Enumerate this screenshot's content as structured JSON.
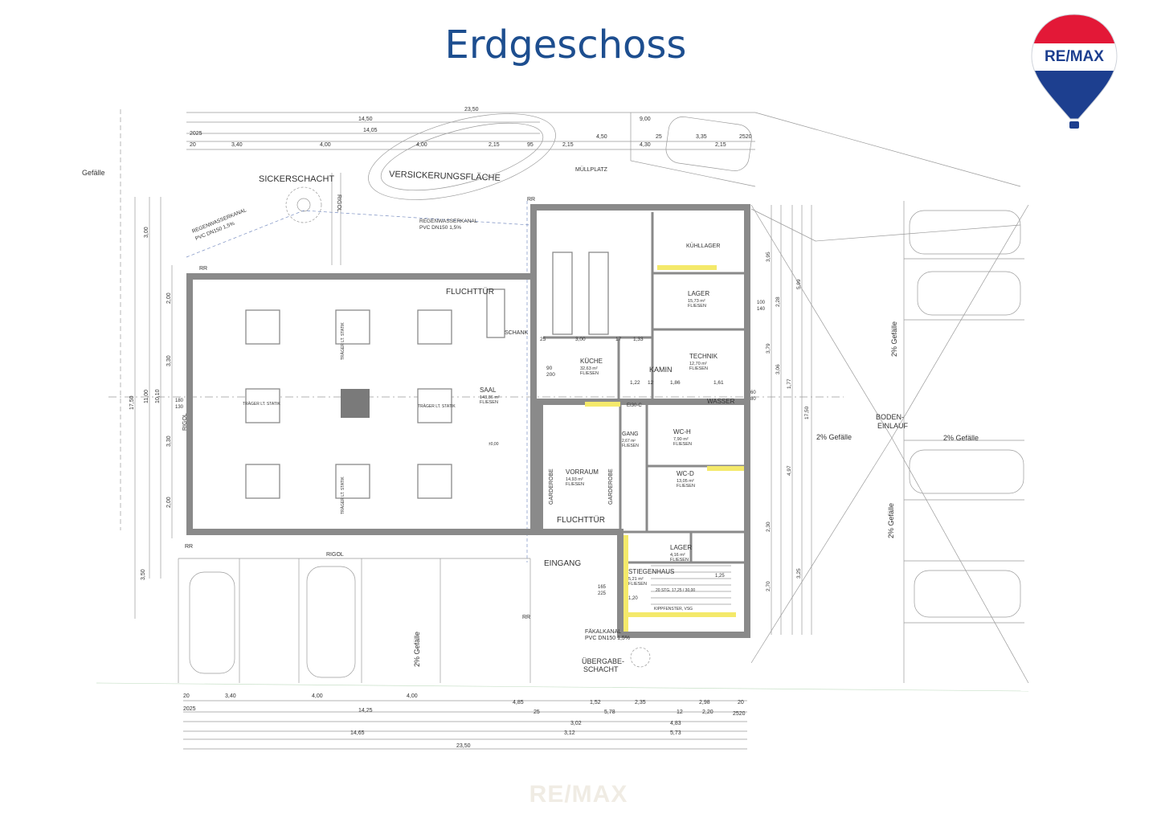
{
  "title": "Erdgeschoss",
  "logo": {
    "text": "RE/MAX"
  },
  "watermark": "RE/MAX",
  "rooms": [
    {
      "id": "saal",
      "name": "SAAL",
      "area": "143,86 m²",
      "floor": "FLIESEN"
    },
    {
      "id": "kueche",
      "name": "KÜCHE",
      "area": "32,63 m²",
      "floor": "FLIESEN"
    },
    {
      "id": "lager1",
      "name": "LAGER",
      "area": "15,73 m²",
      "floor": "FLIESEN"
    },
    {
      "id": "technik",
      "name": "TECHNIK",
      "area": "12,70 m²",
      "floor": "FLIESEN"
    },
    {
      "id": "gang",
      "name": "GANG",
      "area": "2,67 m²",
      "floor": "FLIESEN"
    },
    {
      "id": "wch",
      "name": "WC-H",
      "area": "7,90 m²",
      "floor": "FLIESEN"
    },
    {
      "id": "wcd",
      "name": "WC-D",
      "area": "13,05 m²",
      "floor": "FLIESEN"
    },
    {
      "id": "vorraum",
      "name": "VORRAUM",
      "area": "14,93 m²",
      "floor": "FLIESEN"
    },
    {
      "id": "lager2",
      "name": "LAGER",
      "area": "4,16 m²",
      "floor": "FLIESEN"
    },
    {
      "id": "stiegenhaus",
      "name": "STIEGENHAUS",
      "area": "5,21 m²",
      "floor": "FLIESEN"
    }
  ],
  "labels": {
    "sickerschacht": "SICKERSCHACHT",
    "versickerungsflaeche": "VERSICKERUNGSFLÄCHE",
    "muellplatz": "MÜLLPLATZ",
    "kuehllager": "KÜHLLAGER",
    "fluchttuer": "FLUCHTTÜR",
    "schank": "SCHANK",
    "kamin": "KAMIN",
    "wasser": "WASSER",
    "eingang": "EINGANG",
    "garderobe": "GARDEROBE",
    "boden_einlauf_1": "BODEN-",
    "boden_einlauf_2": "EINLAUF",
    "uebergabe_1": "ÜBERGABE-",
    "uebergabe_2": "SCHACHT",
    "gefaelle": "Gefälle",
    "gefaelle_2pct": "2% Gefälle",
    "regenwasser_1": "REGENWASSERKANAL",
    "regenwasser_2": "PVC DN150 1,5%",
    "faekal_1": "FÄKALKANAL",
    "faekal_2": "PVC DN150 1,5%",
    "rigol": "RIGOL",
    "traeger": "TRÄGER LT. STATIK",
    "rr": "RR",
    "ei30": "EI30-C",
    "stufen": "20 STG. 17,25 / 30,00",
    "kippfenster": "KIPPFENSTER, VSG"
  },
  "dimensions": {
    "top": [
      "23,50",
      "14,50",
      "14,05",
      "9,00",
      "3,40",
      "4,00",
      "4,00",
      "2,15",
      "95",
      "2,15",
      "4,50",
      "4,30",
      "3,35",
      "2,15",
      "25",
      "20",
      "2025",
      "2520"
    ],
    "bottom": [
      "20",
      "3,40",
      "4,00",
      "4,00",
      "4,85",
      "1,52",
      "2,35",
      "2,98",
      "20",
      "2025",
      "14,25",
      "25",
      "5,78",
      "12",
      "2,20",
      "2520",
      "3,02",
      "4,83",
      "14,65",
      "3,12",
      "5,73",
      "23,50"
    ],
    "left": [
      "3,00",
      "2,00",
      "3,30",
      "3,30",
      "2,00",
      "3,50",
      "17,50",
      "11,00",
      "10,10",
      "180",
      "130"
    ],
    "right": [
      "3,95",
      "5,99",
      "2,28",
      "3,79",
      "3,06",
      "1,77",
      "17,50",
      "4,97",
      "2,30",
      "3,25",
      "2,70"
    ],
    "interior": [
      "3,00",
      "17",
      "1,33",
      "25",
      "1,22",
      "12",
      "1,86",
      "1,61",
      "90",
      "200",
      "100",
      "140",
      "60",
      "80",
      "165",
      "225",
      "1,20",
      "1,25",
      "±0,00"
    ]
  }
}
